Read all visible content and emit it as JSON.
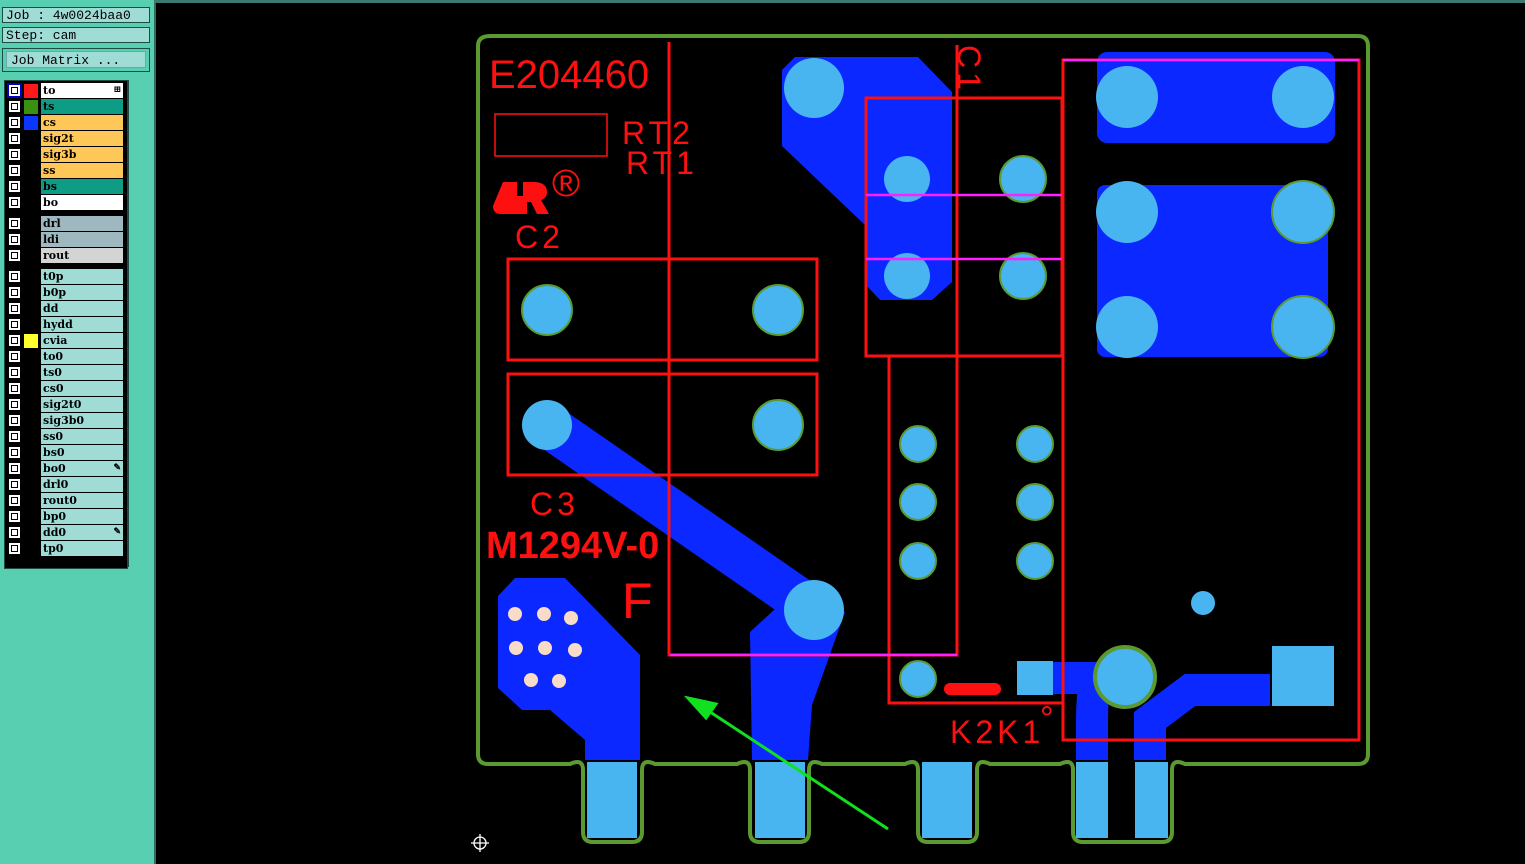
{
  "job": {
    "label": "Job : 4w0024baa0",
    "step": "Step: cam",
    "matrix_button": "Job Matrix ..."
  },
  "layers": [
    {
      "name": "to",
      "bg": "#ffffff",
      "color": "#ff1a1a",
      "mark": "⊞"
    },
    {
      "name": "ts",
      "bg": "#0f9c84",
      "color": "#3a9010"
    },
    {
      "name": "cs",
      "bg": "#ffc658",
      "color": "#0a36ff"
    },
    {
      "name": "sig2t",
      "bg": "#ffc658"
    },
    {
      "name": "sig3b",
      "bg": "#ffc658"
    },
    {
      "name": "ss",
      "bg": "#ffc658"
    },
    {
      "name": "bs",
      "bg": "#0f9c84"
    },
    {
      "name": "bo",
      "bg": "#ffffff"
    },
    {
      "name": "drl",
      "bg": "#9fb8c0"
    },
    {
      "name": "ldi",
      "bg": "#9fb8c0"
    },
    {
      "name": "rout",
      "bg": "#d4d4d4"
    },
    {
      "name": "t0p",
      "bg": "#9fdcd6"
    },
    {
      "name": "b0p",
      "bg": "#9fdcd6"
    },
    {
      "name": "dd",
      "bg": "#9fdcd6"
    },
    {
      "name": "hydd",
      "bg": "#9fdcd6"
    },
    {
      "name": "cvia",
      "bg": "#9fdcd6",
      "color": "#ffff30"
    },
    {
      "name": "to0",
      "bg": "#9fdcd6"
    },
    {
      "name": "ts0",
      "bg": "#9fdcd6"
    },
    {
      "name": "cs0",
      "bg": "#9fdcd6"
    },
    {
      "name": "sig2t0",
      "bg": "#9fdcd6"
    },
    {
      "name": "sig3b0",
      "bg": "#9fdcd6"
    },
    {
      "name": "ss0",
      "bg": "#9fdcd6"
    },
    {
      "name": "bs0",
      "bg": "#9fdcd6"
    },
    {
      "name": "bo0",
      "bg": "#9fdcd6",
      "mark": "✎"
    },
    {
      "name": "drl0",
      "bg": "#9fdcd6"
    },
    {
      "name": "rout0",
      "bg": "#9fdcd6"
    },
    {
      "name": "bp0",
      "bg": "#9fdcd6"
    },
    {
      "name": "dd0",
      "bg": "#9fdcd6",
      "mark": "✎"
    },
    {
      "name": "tp0",
      "bg": "#9fdcd6"
    }
  ],
  "silk": {
    "ul": "E204460",
    "rt2": "RT2",
    "rt1": "RT1",
    "reg": "®",
    "c2": "C2",
    "c3": "C3",
    "m": "M1294V-0",
    "f": "F",
    "c1": "C1",
    "k": "K2K1",
    "deg": "°"
  },
  "colors": {
    "silk": "#ff1010",
    "copper": "#0a28ff",
    "pad": "#48b4f0",
    "outline": "#5a9a30",
    "arrow": "#10e020",
    "magenta": "#ff20ff"
  }
}
